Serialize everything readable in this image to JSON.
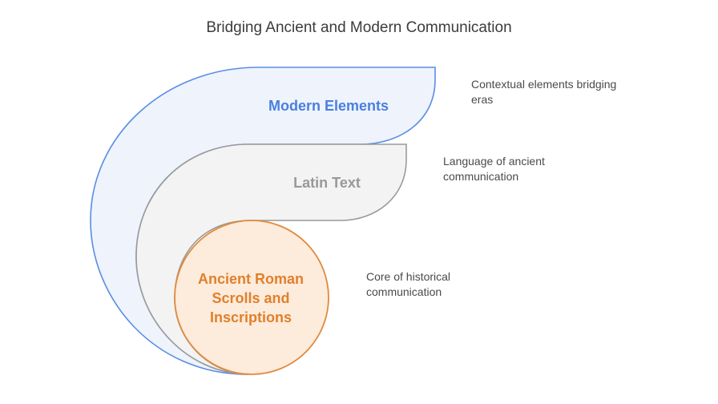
{
  "title": "Bridging Ancient and Modern Communication",
  "layers": [
    {
      "label": "Modern Elements",
      "description": "Contextual elements bridging eras",
      "fill": "#eef3fc",
      "stroke": "#5b8de3",
      "text_color": "#4a7fe0"
    },
    {
      "label": "Latin Text",
      "description": "Language of ancient communication",
      "fill": "#f3f3f3",
      "stroke": "#9a9a9a",
      "text_color": "#999999"
    },
    {
      "label_lines": [
        "Ancient Roman",
        "Scrolls and",
        "Inscriptions"
      ],
      "description": "Core of historical communication",
      "fill": "#fdebdc",
      "stroke": "#e08a3c",
      "text_color": "#e0802a"
    }
  ]
}
